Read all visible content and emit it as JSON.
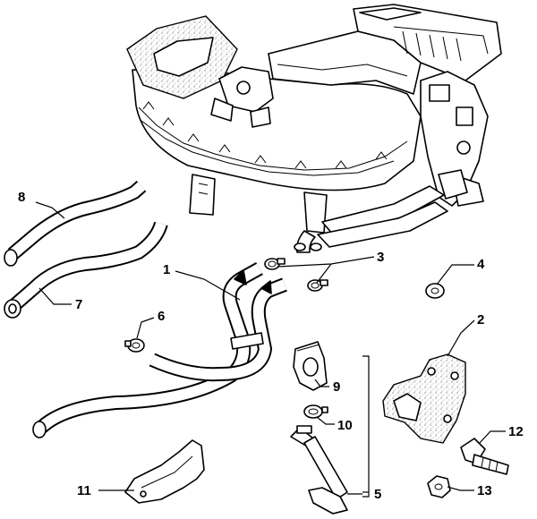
{
  "diagram": {
    "parts": [
      {
        "id": "1",
        "label": "1"
      },
      {
        "id": "2",
        "label": "2"
      },
      {
        "id": "3",
        "label": "3"
      },
      {
        "id": "4",
        "label": "4"
      },
      {
        "id": "5",
        "label": "5"
      },
      {
        "id": "6",
        "label": "6"
      },
      {
        "id": "7",
        "label": "7"
      },
      {
        "id": "8",
        "label": "8"
      },
      {
        "id": "9",
        "label": "9"
      },
      {
        "id": "10",
        "label": "10"
      },
      {
        "id": "11",
        "label": "11"
      },
      {
        "id": "12",
        "label": "12"
      },
      {
        "id": "13",
        "label": "13"
      }
    ]
  }
}
